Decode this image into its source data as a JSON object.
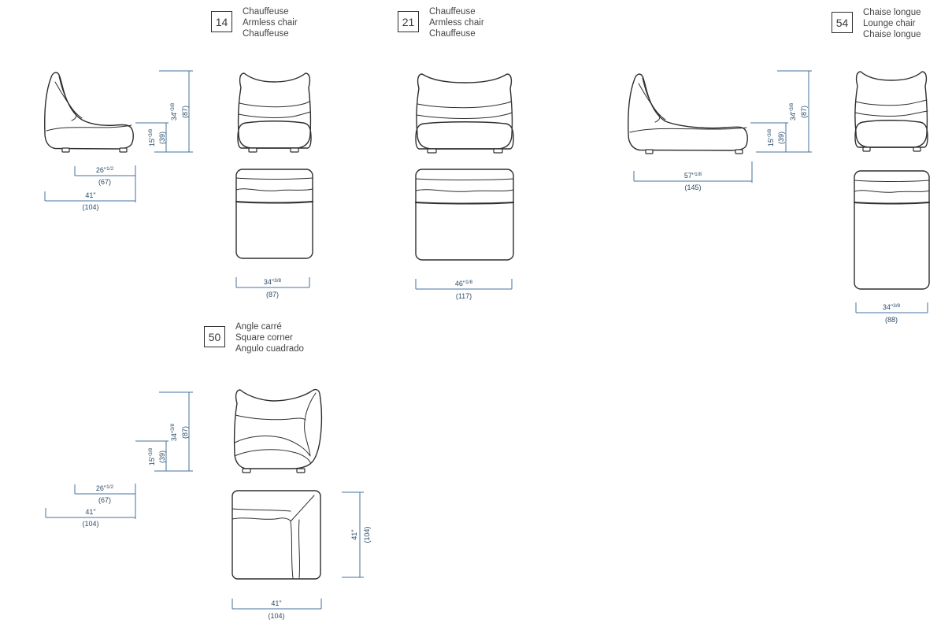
{
  "colors": {
    "background": "#ffffff",
    "drawing_outline": "#2e2e2e",
    "dimension_line": "#44719c",
    "dimension_text": "#2b4a66",
    "label_text": "#444444"
  },
  "products": [
    {
      "code": "14",
      "name_fr": "Chauffeuse",
      "name_en": "Armless chair",
      "name_es": "Chauffeuse",
      "dims": {
        "height": {
          "main": "34\"",
          "sup": "3/8",
          "cm": "(87)"
        },
        "seat_height": {
          "main": "15\"",
          "sup": "3/8",
          "cm": "(39)"
        },
        "seat_depth": {
          "main": "26\"",
          "sup": "1/2",
          "cm": "(67)"
        },
        "depth": {
          "main": "41\"",
          "sup": "",
          "cm": "(104)"
        },
        "width": {
          "main": "34\"",
          "sup": "3/8",
          "cm": "(87)"
        }
      }
    },
    {
      "code": "21",
      "name_fr": "Chauffeuse",
      "name_en": "Armless chair",
      "name_es": "Chauffeuse",
      "dims": {
        "width": {
          "main": "46\"",
          "sup": "1/8",
          "cm": "(117)"
        }
      }
    },
    {
      "code": "54",
      "name_fr": "Chaise longue",
      "name_en": "Lounge chair",
      "name_es": "Chaise longue",
      "dims": {
        "height": {
          "main": "34\"",
          "sup": "3/8",
          "cm": "(87)"
        },
        "seat_height": {
          "main": "15\"",
          "sup": "3/8",
          "cm": "(39)"
        },
        "depth": {
          "main": "57\"",
          "sup": "1/8",
          "cm": "(145)"
        },
        "width": {
          "main": "34\"",
          "sup": "3/8",
          "cm": "(88)"
        }
      }
    },
    {
      "code": "50",
      "name_fr": "Angle carré",
      "name_en": "Square corner",
      "name_es": "Angulo cuadrado",
      "dims": {
        "height": {
          "main": "34\"",
          "sup": "3/8",
          "cm": "(87)"
        },
        "seat_height": {
          "main": "15\"",
          "sup": "3/8",
          "cm": "(39)"
        },
        "seat_depth": {
          "main": "26\"",
          "sup": "1/2",
          "cm": "(67)"
        },
        "depth": {
          "main": "41\"",
          "sup": "",
          "cm": "(104)"
        },
        "top_depth": {
          "main": "41\"",
          "sup": "",
          "cm": "(104)"
        },
        "top_width": {
          "main": "41\"",
          "sup": "",
          "cm": "(104)"
        }
      }
    }
  ]
}
